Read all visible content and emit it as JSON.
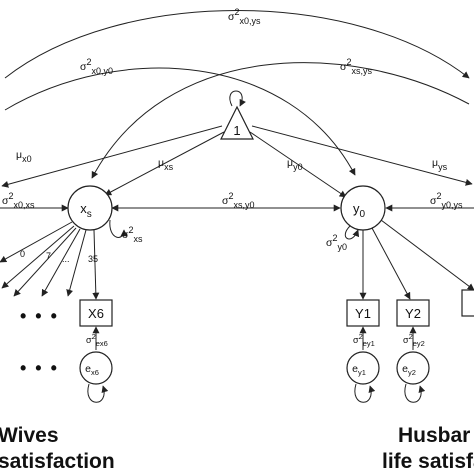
{
  "nodes": {
    "triangle": "1",
    "xs_base": "x",
    "xs_sub": "s",
    "y0_base": "y",
    "y0_sub": "0",
    "x6": "X6",
    "y1": "Y1",
    "y2": "Y2",
    "ex6_base": "e",
    "ex6_sub": "x6",
    "ey1_base": "e",
    "ey1_sub": "y1",
    "ey2_base": "e",
    "ey2_sub": "y2"
  },
  "labels": {
    "sigma_x0_ys": {
      "base": "σ",
      "sup": "2",
      "sub": "x0,ys"
    },
    "sigma_x0_y0": {
      "base": "σ",
      "sup": "2",
      "sub": "x0,y0"
    },
    "sigma_xs_ys": {
      "base": "σ",
      "sup": "2",
      "sub": "xs,ys"
    },
    "mu_x0": {
      "base": "μ",
      "sub": "x0"
    },
    "mu_xs": {
      "base": "μ",
      "sub": "xs"
    },
    "mu_y0": {
      "base": "μ",
      "sub": "y0"
    },
    "mu_ys": {
      "base": "μ",
      "sub": "ys"
    },
    "sigma_x0_xs": {
      "base": "σ",
      "sup": "2",
      "sub": "x0,xs"
    },
    "sigma_xs_y0": {
      "base": "σ",
      "sup": "2",
      "sub": "xs,y0"
    },
    "sigma_y0_ys": {
      "base": "σ",
      "sup": "2",
      "sub": "y0,ys"
    },
    "sigma_xs": {
      "base": "σ",
      "sup": "2",
      "sub": "xs"
    },
    "sigma_y0": {
      "base": "σ",
      "sup": "2",
      "sub": "y0"
    },
    "sigma_ex6": {
      "base": "σ",
      "sup": "2",
      "sub": "ex6"
    },
    "sigma_ey1": {
      "base": "σ",
      "sup": "2",
      "sub": "ey1"
    },
    "sigma_ey2": {
      "base": "σ",
      "sup": "2",
      "sub": "ey2"
    }
  },
  "loadings": {
    "l0": "0",
    "l7": "7",
    "ldots": "...",
    "l35": "35"
  },
  "ellipsis": "• • •",
  "titles": {
    "wives_line1": "Wives",
    "wives_line2": "satisfaction",
    "husband_line1": "Husbar",
    "husband_line2": "life satisfac"
  }
}
